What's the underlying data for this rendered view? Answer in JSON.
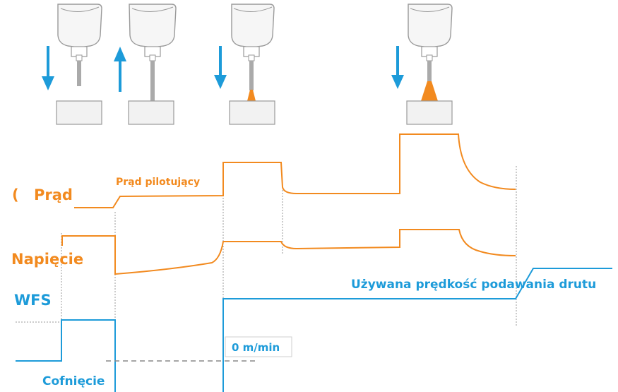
{
  "colors": {
    "orange": "#f28a1f",
    "blue": "#1d9bd9",
    "torch_fill": "#f6f6f6",
    "torch_stroke": "#9a9a9a",
    "wire": "#aaaaaa",
    "workpiece_fill": "#f2f2f2",
    "divider": "#9a9a9a",
    "dashed": "#888888"
  },
  "icons": [
    {
      "name": "torch-step-1-icon",
      "arrow": "arrow-down-icon",
      "wire": "long",
      "arc": "none"
    },
    {
      "name": "torch-step-2-icon",
      "arrow": "arrow-up-icon",
      "wire": "touching",
      "arc": "none"
    },
    {
      "name": "torch-step-3-icon",
      "arrow": "arrow-down-icon",
      "wire": "short",
      "arc": "small"
    },
    {
      "name": "torch-step-4-icon",
      "arrow": "arrow-down-icon",
      "wire": "short",
      "arc": "large"
    }
  ],
  "labels": {
    "current": "Prąd",
    "current_prefix": "(",
    "pilot_current": "Prąd pilotujący",
    "voltage": "Napięcie",
    "wfs": "WFS",
    "used_wfs": "Używana prędkość podawania drutu",
    "zero_speed": "0 m/min",
    "retract": "Cofnięcie"
  }
}
